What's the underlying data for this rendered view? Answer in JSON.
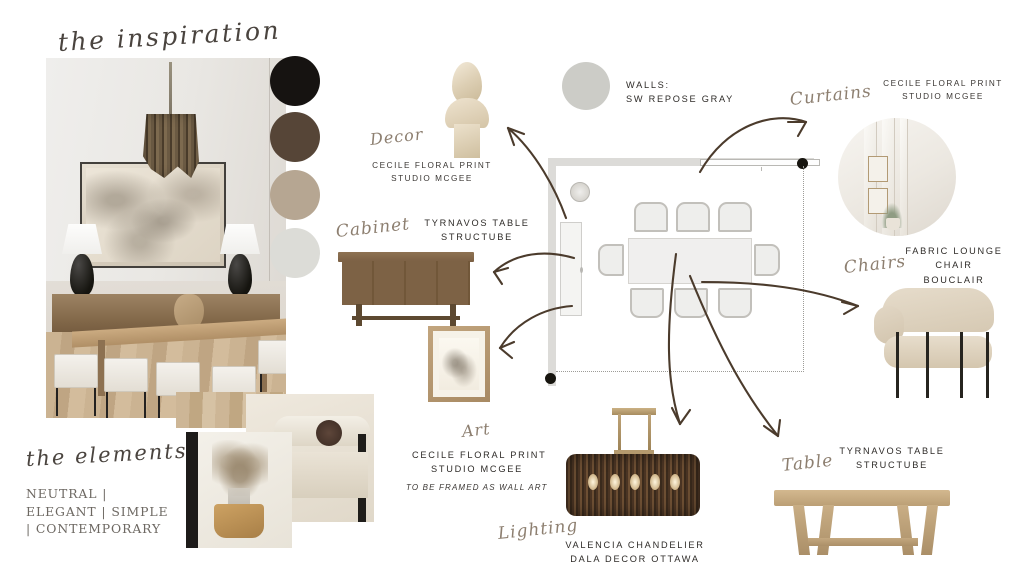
{
  "board": {
    "inspiration_title": "the inspiration",
    "elements_title": "the elements",
    "elements_keywords": "NEUTRAL | ELEGANT | SIMPLE | CONTEMPORARY"
  },
  "palette": {
    "swatches": [
      {
        "name": "black",
        "hex": "#161311"
      },
      {
        "name": "dark-brown",
        "hex": "#564537"
      },
      {
        "name": "taupe",
        "hex": "#b6a692"
      },
      {
        "name": "light-gray",
        "hex": "#dcdcd7"
      }
    ]
  },
  "walls": {
    "label_line1": "WALLS:",
    "label_line2": "SW REPOSE GRAY",
    "swatch_hex": "#ccccc7"
  },
  "items": {
    "decor": {
      "script": "Decor",
      "line1": "CECILE FLORAL PRINT",
      "line2": "STUDIO MCGEE"
    },
    "curtains": {
      "script": "Curtains",
      "line1": "CECILE FLORAL PRINT",
      "line2": "STUDIO MCGEE"
    },
    "cabinet": {
      "script": "Cabinet",
      "line1": "TYRNAVOS TABLE",
      "line2": "STRUCTUBE"
    },
    "art": {
      "script": "Art",
      "line1": "CECILE FLORAL PRINT",
      "line2": "STUDIO MCGEE",
      "note": "TO BE FRAMED AS WALL ART"
    },
    "lighting": {
      "script": "Lighting",
      "line1": "VALENCIA CHANDELIER",
      "line2": "DALA DECOR OTTAWA"
    },
    "chairs": {
      "script": "Chairs",
      "line1": "FABRIC LOUNGE",
      "line2": "CHAIR",
      "line3": "BOUCLAIR"
    },
    "table": {
      "script": "Table",
      "line1": "TYRNAVOS TABLE",
      "line2": "STRUCTUBE"
    }
  }
}
